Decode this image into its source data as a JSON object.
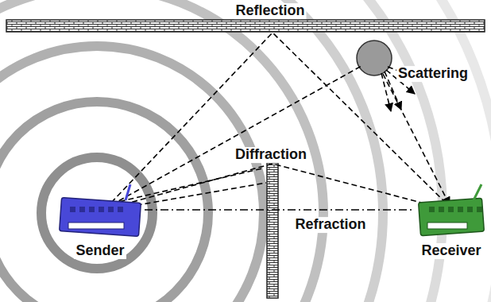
{
  "diagram": {
    "nodes": [
      {
        "text": [
          "Sender"
        ]
      },
      {
        "text": [
          "Receiver"
        ]
      }
    ],
    "edges": [
      {
        "from": 0,
        "to": 1,
        "arrow": "none"
      }
    ],
    "labels": [
      "Reflection",
      "Scattering",
      "Diffraction",
      "Refraction"
    ]
  }
}
